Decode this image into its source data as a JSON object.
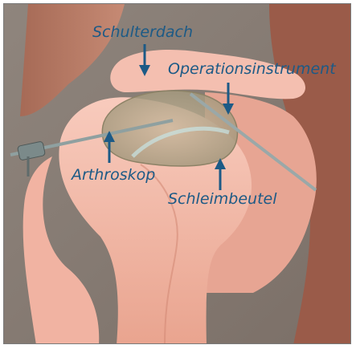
{
  "figure": {
    "label_color": "#1c5a86",
    "labels": {
      "schulterdach": "Schulterdach",
      "operationsinstrument": "Operationsinstrument",
      "arthroskop": "Arthroskop",
      "schleimbeutel": "Schleimbeutel"
    },
    "illustration": {
      "skin_color": "#f0b5a6",
      "background_color": "#8c7f76"
    }
  }
}
